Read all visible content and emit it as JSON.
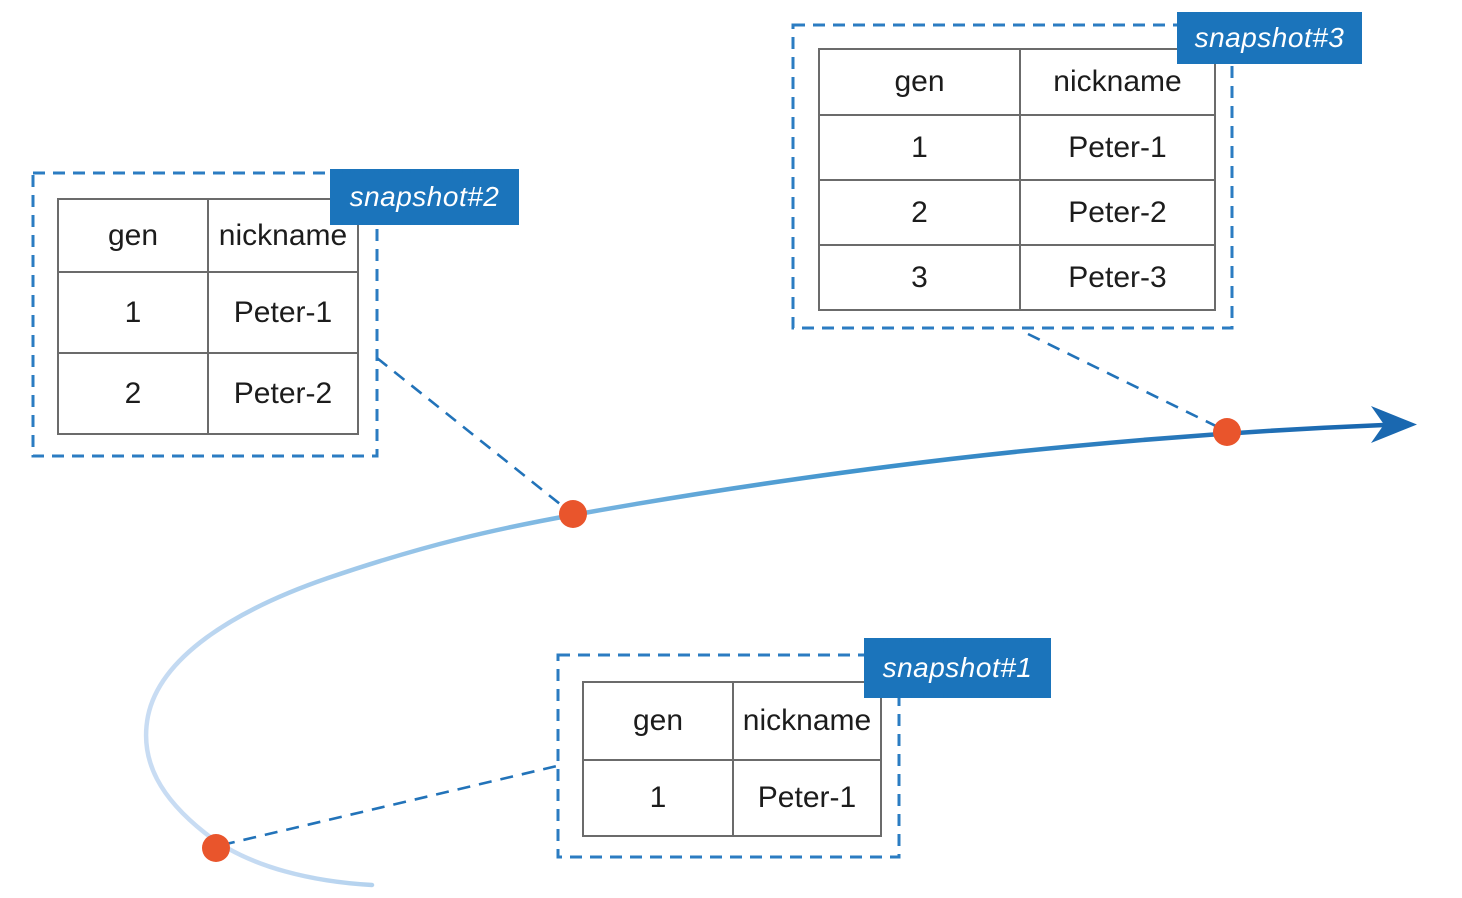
{
  "snapshots": [
    {
      "label": "snapshot#1",
      "columns": [
        "gen",
        "nickname"
      ],
      "rows": [
        [
          "1",
          "Peter-1"
        ]
      ]
    },
    {
      "label": "snapshot#2",
      "columns": [
        "gen",
        "nickname"
      ],
      "rows": [
        [
          "1",
          "Peter-1"
        ],
        [
          "2",
          "Peter-2"
        ]
      ]
    },
    {
      "label": "snapshot#3",
      "columns": [
        "gen",
        "nickname"
      ],
      "rows": [
        [
          "1",
          "Peter-1"
        ],
        [
          "2",
          "Peter-2"
        ],
        [
          "3",
          "Peter-3"
        ]
      ]
    }
  ],
  "colors": {
    "label_bg": "#1b74bb",
    "dashed_blue": "#2b7cc2",
    "connector_blue": "#2273b9",
    "dot_orange": "#e9552c",
    "table_border": "#6b6b6b",
    "text_color": "#1c1c1c",
    "curve_start": "#c8dcf3",
    "curve_mid_light": "#7ab6e1",
    "curve_mid": "#3e92cc",
    "curve_end": "#1a68b0"
  }
}
